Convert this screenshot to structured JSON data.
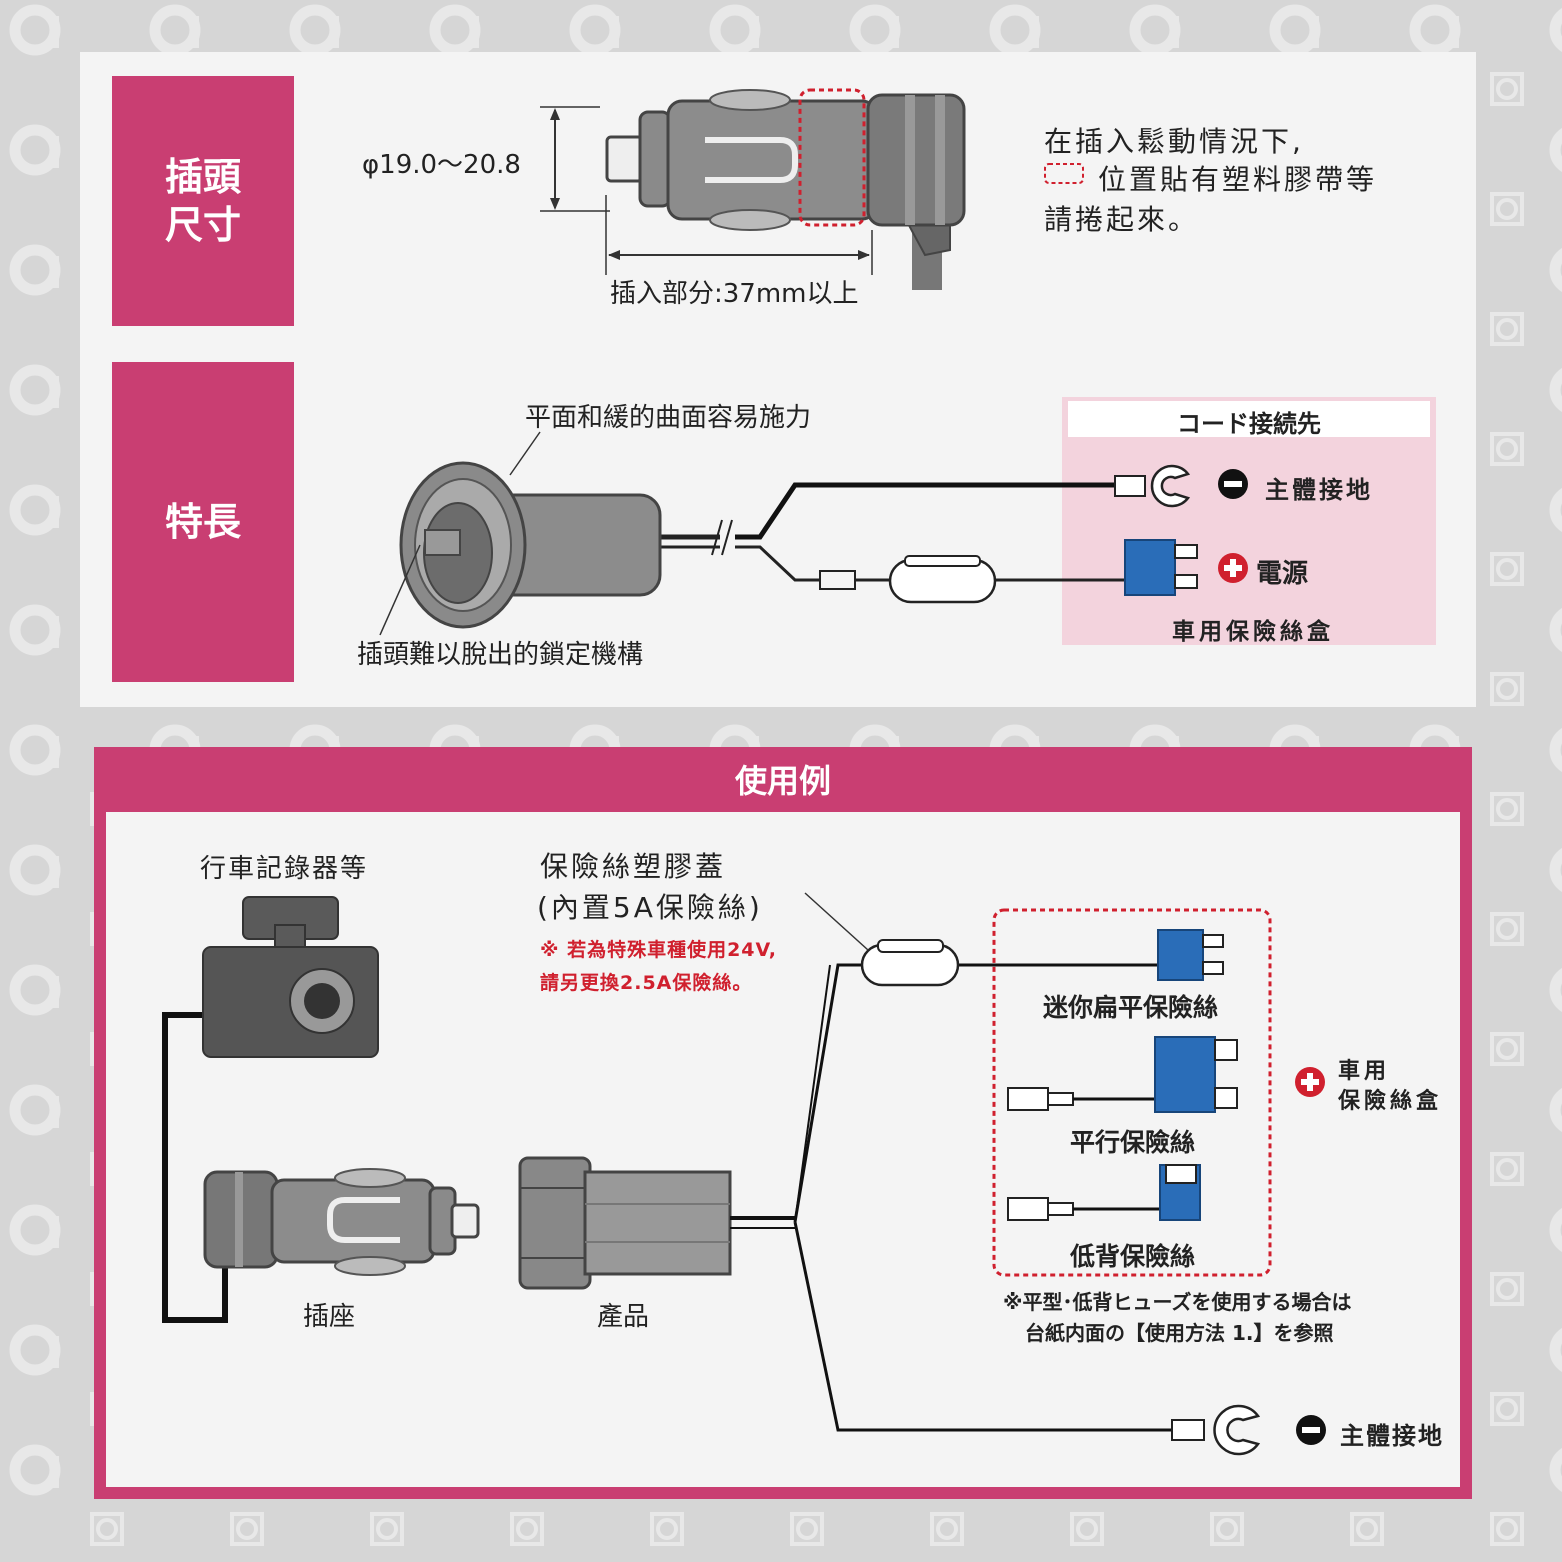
{
  "colors": {
    "accent": "#c93e72",
    "red_text": "#d0202e",
    "fuse_blue": "#2a6db8",
    "pink_box": "#f3d3dd"
  },
  "spec": {
    "tag_line1": "插頭",
    "tag_line2": "尺寸",
    "diameter": "φ19.0〜20.8",
    "insert_length": "插入部分:37mm以上",
    "note_line1": "在插入鬆動情況下,",
    "note_line2": "位置貼有塑料膠帶等",
    "note_line3": "請捲起來。"
  },
  "features": {
    "tag": "特長",
    "flat_surface": "平面和緩的曲面容易施力",
    "lock": "插頭難以脫出的鎖定機構",
    "connect_title": "コード接続先",
    "ground": "主體接地",
    "power": "電源",
    "fuse_box": "車用保險絲盒"
  },
  "usage": {
    "title": "使用例",
    "recorder": "行車記錄器等",
    "fuse_cap_line1": "保險絲塑膠蓋",
    "fuse_cap_line2": "(內置5A保險絲)",
    "warn_line1": "※ 若為特殊車種使用24V,",
    "warn_line2": "請另更換2.5A保險絲。",
    "mini_fuse": "迷你扁平保險絲",
    "parallel_fuse": "平行保險絲",
    "low_fuse": "低背保險絲",
    "fuse_box_line1": "車用",
    "fuse_box_line2": "保險絲盒",
    "socket": "插座",
    "product": "產品",
    "note_line1": "※平型･低背ヒューズを使用する場合は",
    "note_line2": "台紙内面の【使用方法 1.】を参照",
    "ground": "主體接地"
  }
}
